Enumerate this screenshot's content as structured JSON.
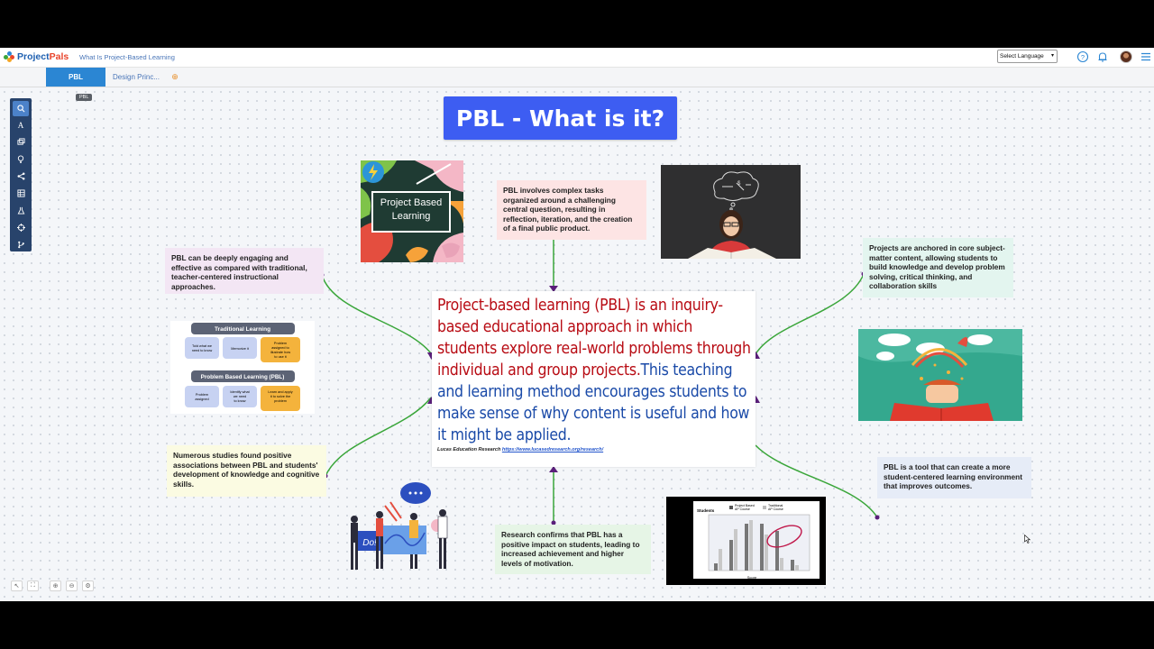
{
  "header": {
    "logo_text_a": "Project",
    "logo_text_b": "Pals",
    "doc_title": "What Is Project-Based Learning",
    "language_select": "Select Language"
  },
  "tabs": [
    {
      "label": "PBL",
      "active": true
    },
    {
      "label": "Design Princ..."
    }
  ],
  "canvas": {
    "tooltip": "PBL",
    "title": "PBL - What is it?",
    "notes": {
      "top_center": "PBL involves complex tasks organized around a challenging central question, resulting in reflection, iteration, and the creation of a final public product.",
      "left_top": "PBL can be deeply engaging and effective as compared with traditional, teacher-centered instructional approaches.",
      "left_bottom": "Numerous studies found positive associations between PBL and students' development of knowledge and cognitive skills.",
      "right_top": "Projects are anchored in core subject-matter content, allowing students to build knowledge and develop problem solving, critical thinking, and collaboration skills",
      "right_bottom": "PBL is a tool that can create a more student-centered learning environment that improves outcomes.",
      "bottom_center": "Research confirms that PBL has a positive impact on students, leading to increased achievement and higher levels of motivation."
    },
    "central": {
      "text_red": "Project-based learning (PBL) is an inquiry-based educational approach in which students explore real-world problems through individual and group projects.",
      "text_blue": "This teaching and learning method encourages students to make sense of why content is useful and how it might be applied.",
      "cite_label": "Lucas Education Research",
      "cite_url": "https://www.lucasedresearch.org/research/"
    },
    "images": {
      "pbl_card": "Project Based Learning",
      "diagram": {
        "traditional_title": "Traditional Learning",
        "traditional_steps": [
          "Told what we need to know",
          "Memorize it",
          "Problem assigned to illustrate how to use it"
        ],
        "pbl_title": "Problem Based Learning (PBL)",
        "pbl_steps": [
          "Problem assigned",
          "Identify what we need to know",
          "Learn and apply it to solve the problem"
        ]
      },
      "team_sign": "Do!",
      "bar_chart": {
        "ylabel": "Students",
        "xlabel": "Score",
        "legend": [
          "Project Based AP Course",
          "Traditional AP Course"
        ]
      }
    }
  },
  "colors": {
    "accent": "#2b86d3",
    "title_bg": "#3d5df2",
    "connector": "#3aa63a",
    "anchor": "#5a1f7a",
    "toolbar": "#28436b"
  }
}
